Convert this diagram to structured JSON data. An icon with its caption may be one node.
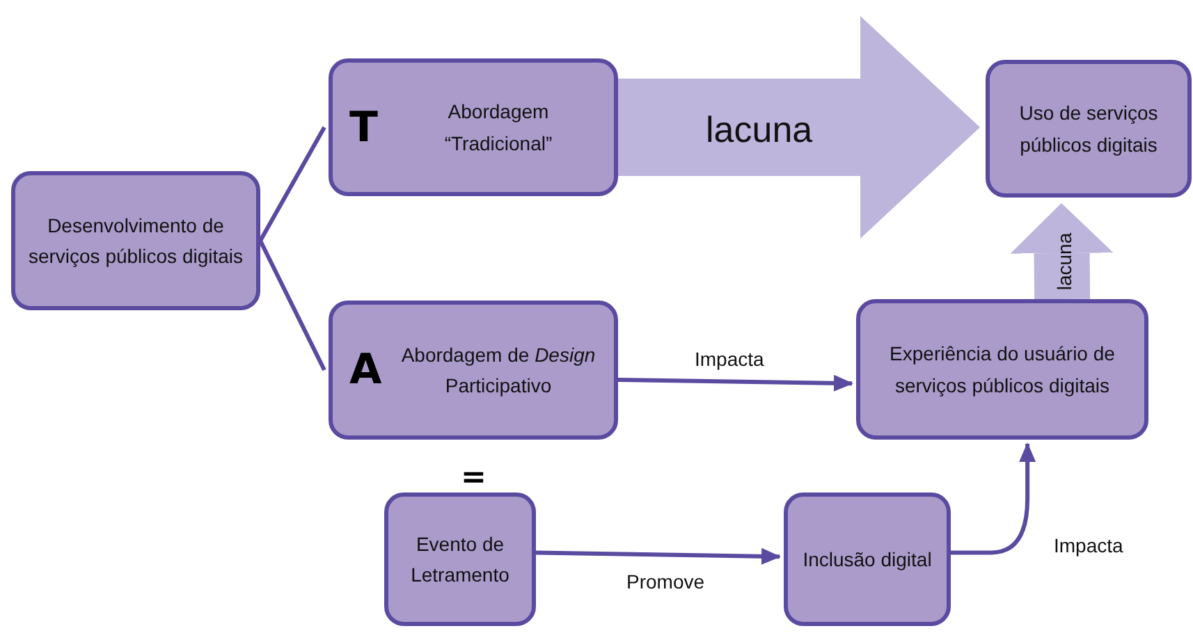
{
  "diagram": {
    "nodes": [
      {
        "text": [
          "Desenvolvimento de serviços públicos digitais"
        ]
      },
      {
        "text": [
          "T",
          "Abordagem “Tradicional”"
        ]
      },
      {
        "text": [
          "A",
          "Abordagem de *Design* Participativo"
        ]
      },
      {
        "text": [
          "Uso de serviços públicos digitais"
        ]
      },
      {
        "text": [
          "Experiência do usuário de serviços públicos digitais"
        ]
      },
      {
        "text": [
          "Evento de Letramento"
        ]
      },
      {
        "text": [
          "Inclusão digital"
        ]
      }
    ],
    "edges": [
      {
        "from": 0,
        "to": 1,
        "arrow": "none"
      },
      {
        "from": 0,
        "to": 2,
        "arrow": "none"
      },
      {
        "from": 1,
        "to": 3,
        "arrow": "to",
        "label": "lacuna",
        "style": "thick",
        "color": "#bdb5dc"
      },
      {
        "from": 4,
        "to": 3,
        "arrow": "to",
        "label": "lacuna",
        "style": "thick",
        "color": "#bdb5dc"
      },
      {
        "from": 2,
        "to": 4,
        "arrow": "to",
        "label": "Impacta"
      },
      {
        "from": 5,
        "to": 6,
        "arrow": "to",
        "label": "Promove"
      },
      {
        "from": 6,
        "to": 4,
        "arrow": "to",
        "label": "Impacta"
      }
    ],
    "labels": [
      "="
    ]
  }
}
